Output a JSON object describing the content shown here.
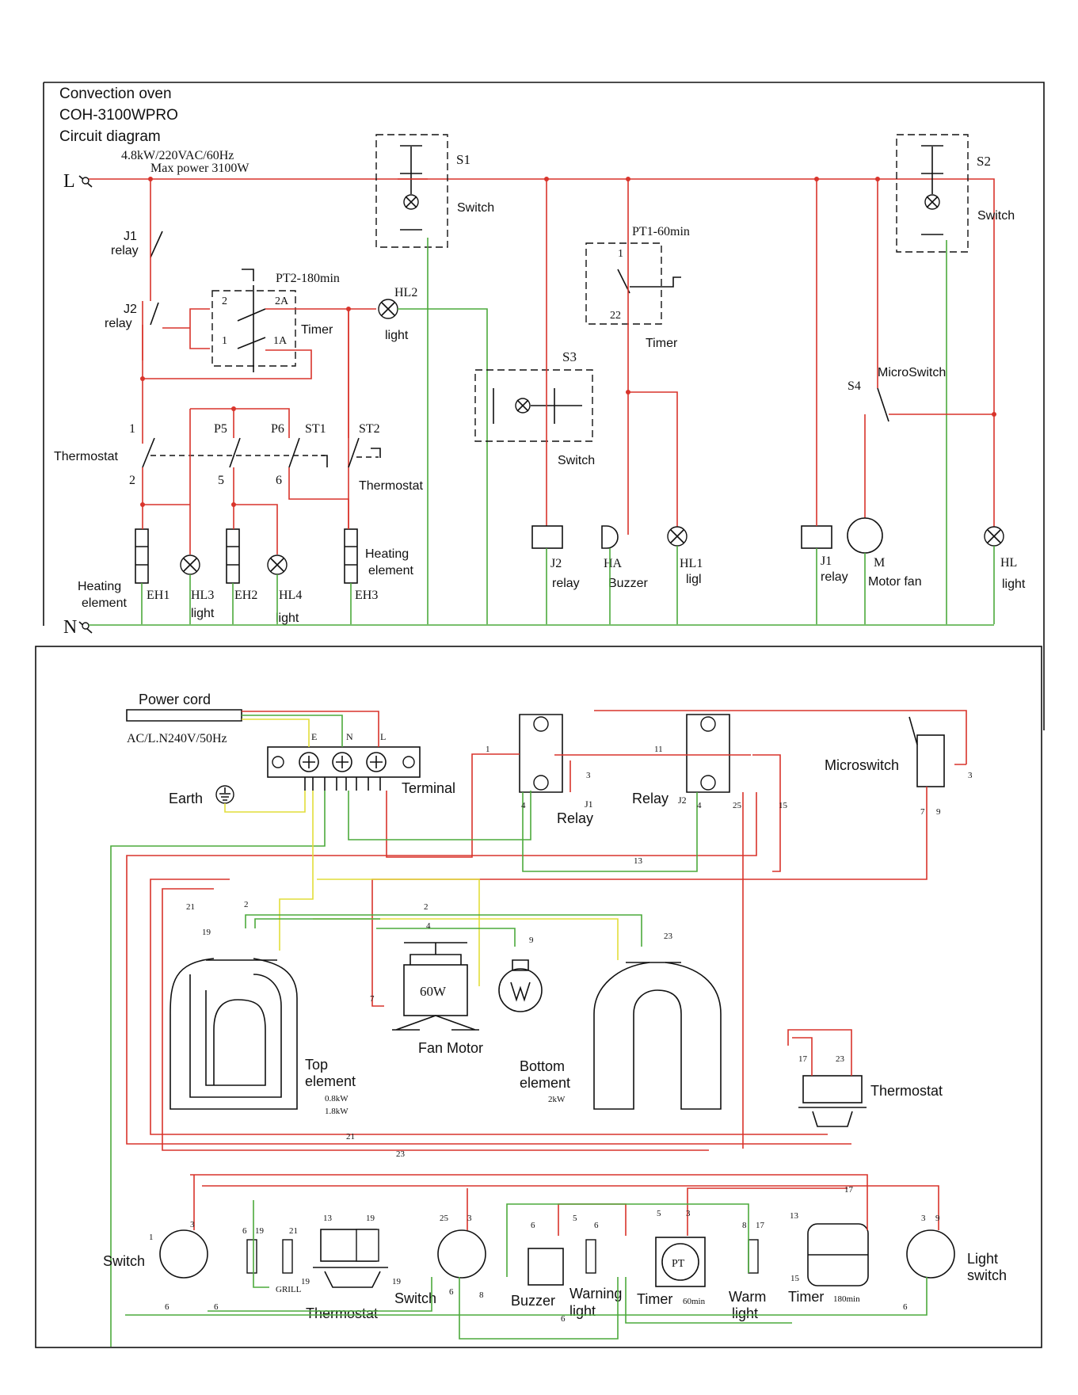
{
  "header": {
    "line1": "Convection oven",
    "line2": "COH-3100WPRO",
    "line3": "Circuit diagram",
    "rating": "4.8kW/220VAC/60Hz",
    "max_power": "Max power 3100W"
  },
  "schematic": {
    "L": "L",
    "N": "N",
    "S1": "S1",
    "S2": "S2",
    "S3": "S3",
    "S4": "S4",
    "switch": "Switch",
    "J1": "J1",
    "J2": "J2",
    "relay": "relay",
    "PT2": "PT2-180min",
    "PT1": "PT1-60min",
    "timer": "Timer",
    "HL2": "HL2",
    "light": "light",
    "microswitch": "MicroSwitch",
    "thermostat": "Thermostat",
    "P5": "P5",
    "P6": "P6",
    "ST1": "ST1",
    "ST2": "ST2",
    "n1": "1",
    "n2": "2",
    "n5": "5",
    "n6": "6",
    "t2": "2",
    "t2A": "2A",
    "t1": "1",
    "t1A": "1A",
    "p1": "1",
    "p22": "22",
    "heating": "Heating",
    "element": "element",
    "EH1": "EH1",
    "EH2": "EH2",
    "EH3": "EH3",
    "HL3": "HL3",
    "HL4": "HL4",
    "HL1": "HL1",
    "HL": "HL",
    "HA": "HA",
    "buzzer": "Buzzer",
    "ligl": "ligl",
    "M": "M",
    "motor_fan": "Motor fan"
  },
  "wiring": {
    "power_cord": "Power cord",
    "ac": "AC/L.N240V/50Hz",
    "E": "E",
    "N": "N",
    "L": "L",
    "earth": "Earth",
    "terminal": "Terminal",
    "relay": "Relay",
    "J1": "J1",
    "J2": "J2",
    "microswitch": "Microswitch",
    "w60": "60W",
    "fan_motor": "Fan Motor",
    "top": "Top",
    "element": "element",
    "bottom": "Bottom",
    "top_kw1": "0.8kW",
    "top_kw2": "1.8kW",
    "bottom_kw": "2kW",
    "thermostat": "Thermostat",
    "switch": "Switch",
    "grill": "GRILL",
    "buzzer": "Buzzer",
    "warning": "Warning",
    "light": "light",
    "timer": "Timer",
    "t60": "60min",
    "t180": "180min",
    "warm": "Warm",
    "light_switch_1": "Light",
    "light_switch_2": "switch",
    "pt": "PT",
    "wire_labels": {
      "w1": "1",
      "w2": "2",
      "w3": "3",
      "w4": "4",
      "w6": "6",
      "w7": "7",
      "w8": "8",
      "w9": "9",
      "w11": "11",
      "w13": "13",
      "w15": "15",
      "w17": "17",
      "w19": "19",
      "w21": "21",
      "w23": "23",
      "w25": "25",
      "w5": "5"
    }
  }
}
